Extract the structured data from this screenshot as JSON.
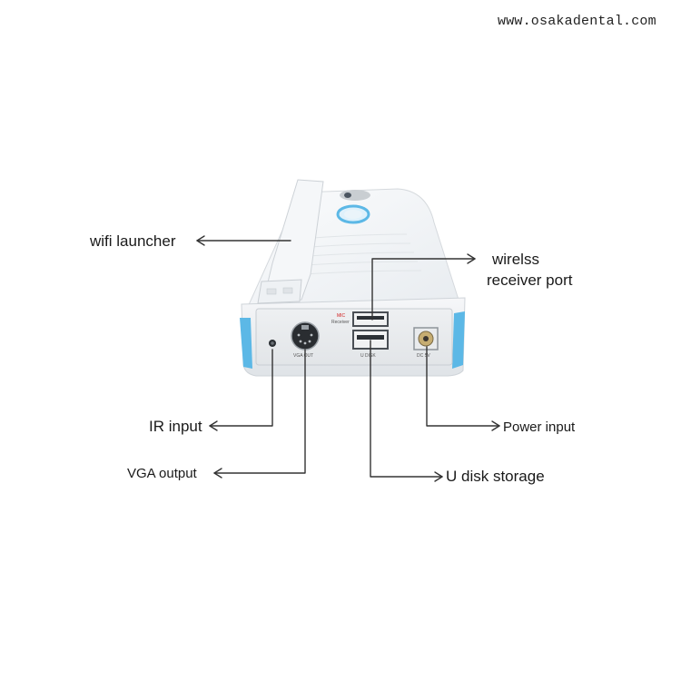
{
  "watermark": "www.osakadental.com",
  "labels": {
    "wifi_launcher": "wifi launcher",
    "wireless_line1": "wirelss",
    "wireless_line2": "receiver port",
    "ir_input": "IR input",
    "power_input": "Power input",
    "vga_output": "VGA output",
    "u_disk_storage": "U disk storage"
  },
  "device_print": {
    "mic": "MIC",
    "receiver": "Receiver",
    "vga": "VGA OUT",
    "udisk": "U DISK",
    "dc": "DC 5V"
  },
  "colors": {
    "accent_blue": "#5cb8e6",
    "device_white": "#f4f6f8",
    "line": "#333333"
  }
}
